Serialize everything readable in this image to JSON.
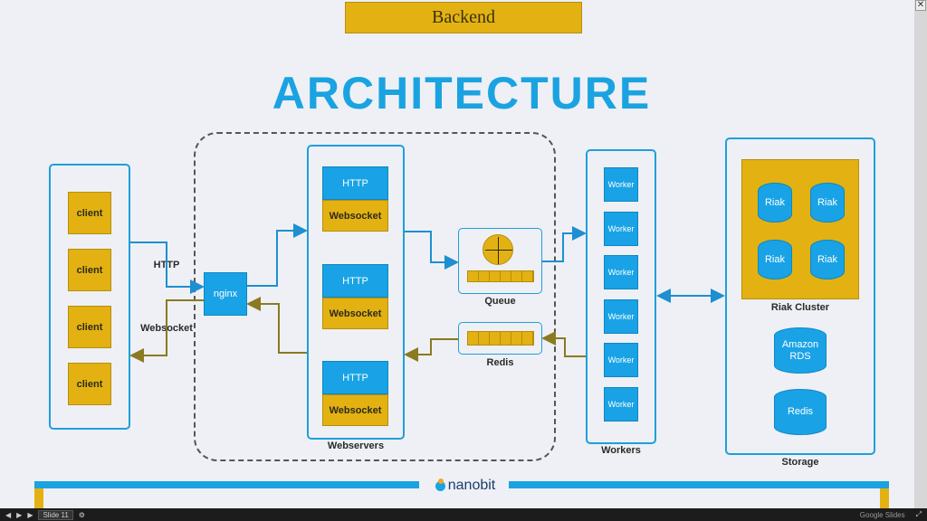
{
  "banner": "Backend",
  "headline": "ARCHITECTURE",
  "clients": [
    "client",
    "client",
    "client",
    "client"
  ],
  "protocols": {
    "http": "HTTP",
    "websocket": "Websocket"
  },
  "nginx": "nginx",
  "webservers": {
    "label": "Webservers",
    "nodes": [
      {
        "http": "HTTP",
        "ws": "Websocket"
      },
      {
        "http": "HTTP",
        "ws": "Websocket"
      },
      {
        "http": "HTTP",
        "ws": "Websocket"
      }
    ]
  },
  "queue": "Queue",
  "redis": "Redis",
  "workers": {
    "label": "Workers",
    "items": [
      "Worker",
      "Worker",
      "Worker",
      "Worker",
      "Worker",
      "Worker"
    ]
  },
  "storage": {
    "label": "Storage",
    "cluster_label": "Riak Cluster",
    "riak": [
      "Riak",
      "Riak",
      "Riak",
      "Riak"
    ],
    "rds": "Amazon RDS",
    "redis": "Redis"
  },
  "footer_logo": "nanobit",
  "player": {
    "slide": "Slide 11",
    "brand": "Google Slides"
  },
  "colors": {
    "accent": "#1aa3e0",
    "gold": "#e3b212",
    "arrow_blue": "#1e8fd0",
    "arrow_gold": "#8a7a20"
  }
}
